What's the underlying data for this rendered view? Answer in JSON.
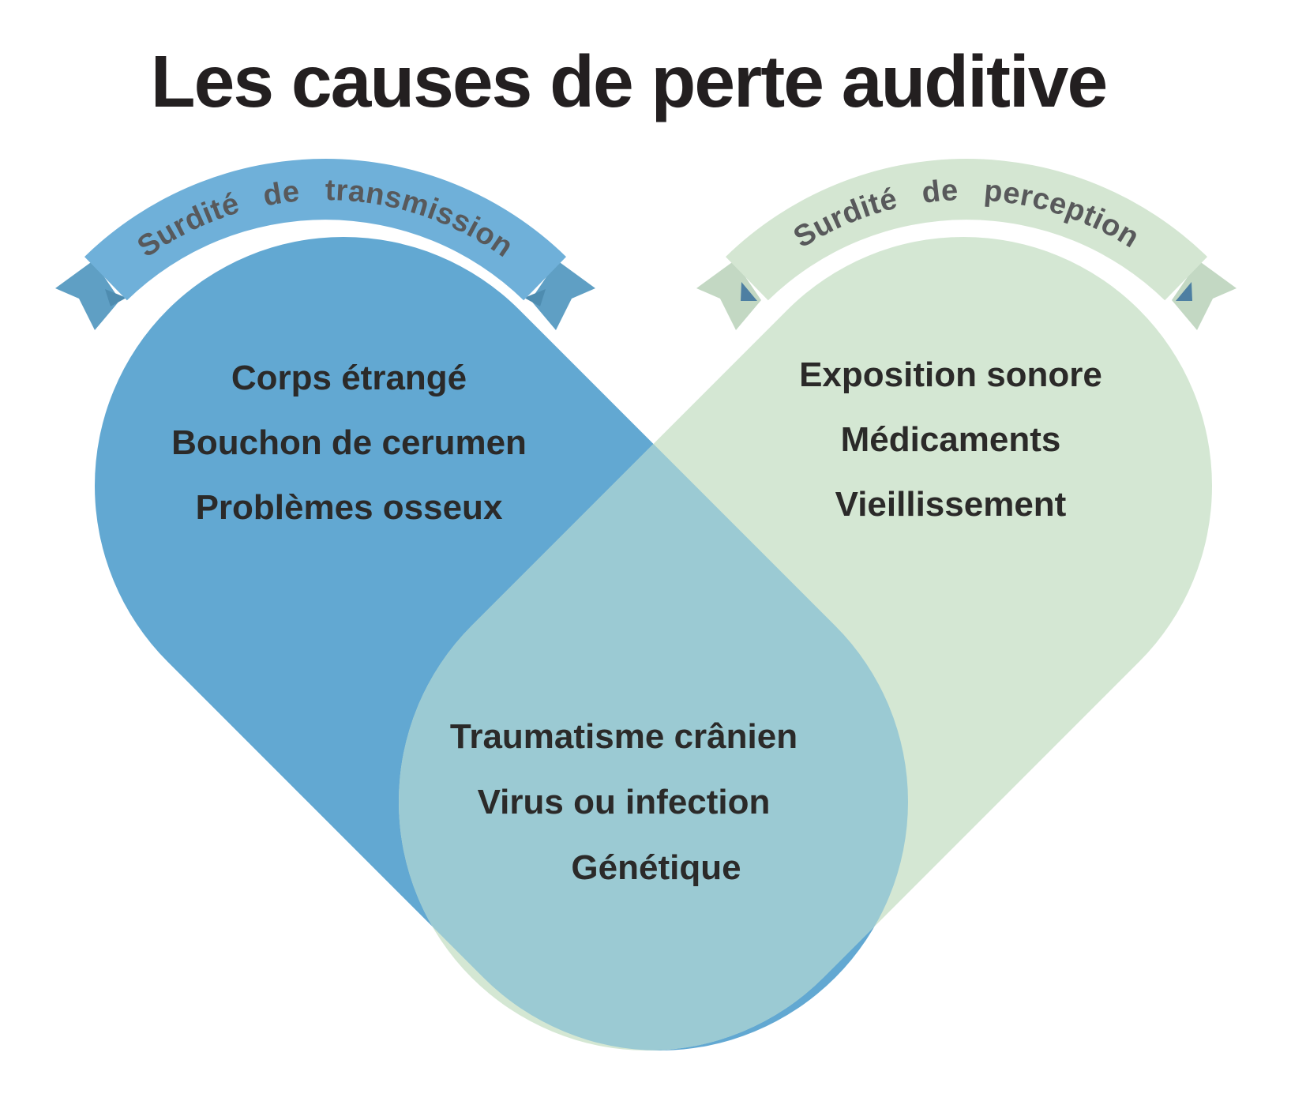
{
  "title": "Les causes de perte auditive",
  "left_branch": {
    "banner": "Surdité de transmission",
    "items": [
      "Corps étrangé",
      "Bouchon de cerumen",
      "Problèmes osseux"
    ]
  },
  "right_branch": {
    "banner": "Surdité de perception",
    "items": [
      "Exposition sonore",
      "Médicaments",
      "Vieillissement"
    ]
  },
  "shared": {
    "items": [
      "Traumatisme crânien",
      "Virus ou infection",
      "Génétique"
    ]
  },
  "colors": {
    "left_pill": "#62A8D2",
    "right_pill": "#D4E7D3",
    "overlap": "#9BCAD3",
    "left_ribbon": "#6FB0D9",
    "left_ribbon_tail": "#5F9FC4",
    "left_ribbon_fold": "#4E8CB0",
    "right_ribbon": "#D4E6D2",
    "right_ribbon_tail": "#C3D8C3",
    "right_ribbon_fold": "#4D7FA2",
    "title_text": "#231F20",
    "item_text": "#2B2A29",
    "banner_text": "#58595B",
    "background": "#FFFFFF"
  }
}
